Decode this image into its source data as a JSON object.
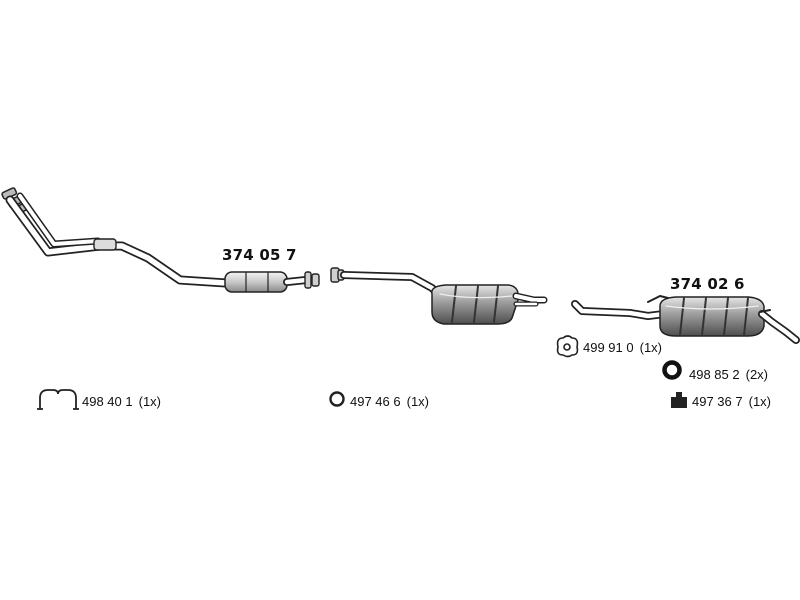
{
  "parts": [
    {
      "id": "front-pipe-catalytic",
      "number": "374 05 7"
    },
    {
      "id": "rear-silencer",
      "number": "374 02 6"
    }
  ],
  "accessories": [
    {
      "id": "mounting-clamp",
      "icon": "clamp-icon",
      "number": "498 40 1",
      "qty": "(1x)"
    },
    {
      "id": "rubber-ring",
      "icon": "ring-icon",
      "number": "497 46 6",
      "qty": "(1x)"
    },
    {
      "id": "rubber-mount",
      "icon": "rubber-mount-icon",
      "number": "499 91 0",
      "qty": "(1x)"
    },
    {
      "id": "seal-ring",
      "icon": "seal-ring-icon",
      "number": "498 85 2",
      "qty": "(2x)"
    },
    {
      "id": "nut",
      "icon": "nut-icon",
      "number": "497 36 7",
      "qty": "(1x)"
    }
  ],
  "colors": {
    "outline": "#222222",
    "pipe_fill": "#ffffff",
    "shade": "#9a9a9a",
    "shade_dark": "#5a5a5a"
  }
}
